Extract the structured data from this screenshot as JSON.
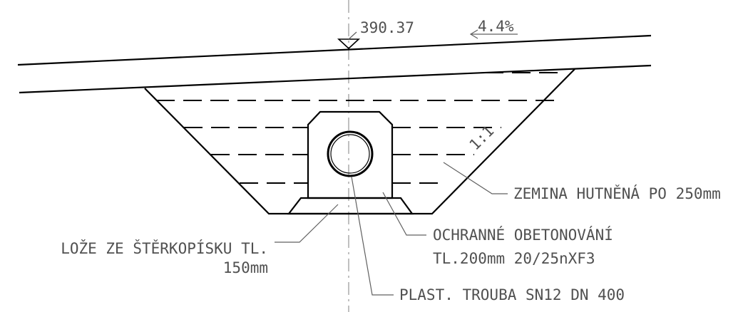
{
  "elevation": "390.37",
  "slope": "4.4%",
  "side_slope_ratio": "1:1",
  "labels": {
    "soil": "ZEMINA HUTNĚNÁ PO 250mm",
    "bedding_line1": "LOŽE ZE ŠTĚRKOPÍSKU TL.",
    "bedding_line2": "150mm",
    "encasement_line1": "OCHRANNÉ OBETONOVÁNÍ",
    "encasement_line2": "TL.200mm 20/25nXF3",
    "pipe": "PLAST. TROUBA SN12 DN 400"
  }
}
